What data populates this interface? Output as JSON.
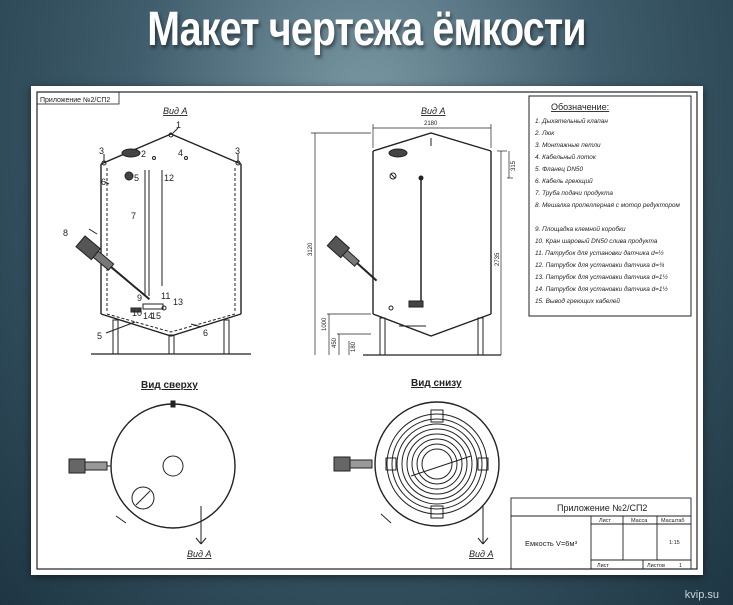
{
  "page_title": "Макет чертежа ёмкости",
  "sheet_ref": "Приложение №2/СП2",
  "views": {
    "front_left": "Вид А",
    "front_right": "Вид А",
    "top": "Вид сверху",
    "bottom": "Вид снизу",
    "arrow_label_1": "Вид А",
    "arrow_label_2": "Вид А"
  },
  "callouts": [
    "1",
    "2",
    "3",
    "3",
    "4",
    "5",
    "6",
    "6",
    "7",
    "8",
    "9",
    "10",
    "11",
    "12",
    "13",
    "14",
    "15",
    "5"
  ],
  "dimensions": {
    "width": "2180",
    "height_total": "3120",
    "height_body": "2735",
    "top_offset": "315",
    "legs_1000": "1000",
    "legs_450": "450",
    "legs_180": "180"
  },
  "legend": {
    "heading": "Обозначение:",
    "items": [
      "1. Дыхательный клапан",
      "2. Люк",
      "3. Монтажные петли",
      "4. Кабельный лоток",
      "5. Фланец DN50",
      "6. Кабель греющий",
      "7. Труба подачи продукта",
      "8. Мешалка пропеллерная с мотор редуктором",
      "9. Площадка клемной коробки",
      "10. Кран шаровый DN50 слива продукта",
      "11. Патрубок для установки датчика d=½",
      "12. Патрубок для установки датчика d=¾",
      "13. Патрубок для установки датчика d=1½",
      "14. Патрубок для установки датчика d=1½",
      "15. Вывод греющих кабелей"
    ]
  },
  "title_block": {
    "header": "Приложение №2/СП2",
    "col_list": "Лист",
    "col_mass": "Масса",
    "col_scale": "Масштаб",
    "product": "Емкость V=6м³",
    "scale_value": "1:15",
    "sheet_label": "Лист",
    "sheets_label": "Листов",
    "sheets_value": "1"
  },
  "watermark": "kvip.su"
}
